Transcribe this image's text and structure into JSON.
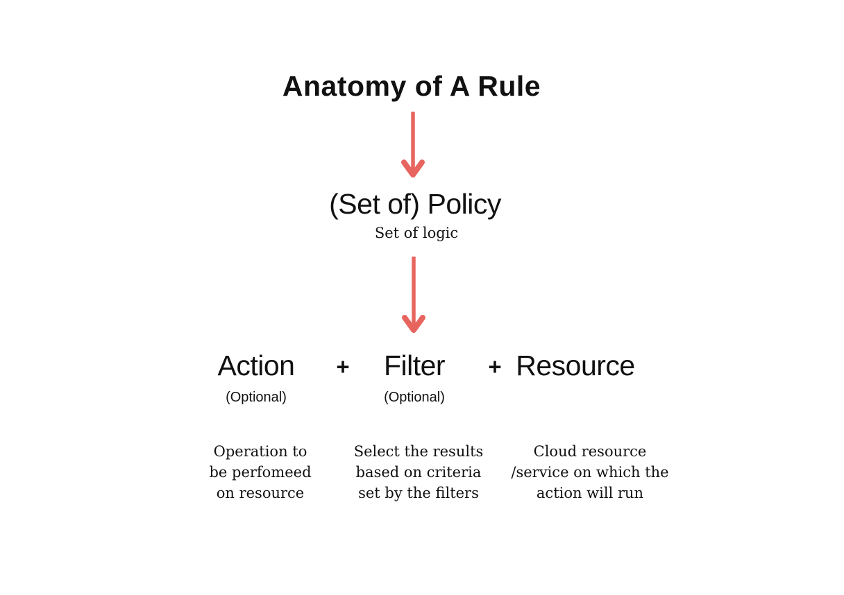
{
  "diagram": {
    "title": "Anatomy of A Rule",
    "arrow_color": "#E8655F",
    "text_color": "#111111",
    "policy": {
      "label": "(Set of) Policy",
      "sublabel": "Set of logic"
    },
    "plus": "+",
    "components": [
      {
        "label": "Action",
        "optional": "(Optional)",
        "description": "Operation to\nbe perfomeed\non resource"
      },
      {
        "label": "Filter",
        "optional": "(Optional)",
        "description": "Select the results\nbased on criteria\nset by the filters"
      },
      {
        "label": "Resource",
        "optional": "",
        "description": "Cloud resource\n/service on which the\naction will run"
      }
    ]
  }
}
